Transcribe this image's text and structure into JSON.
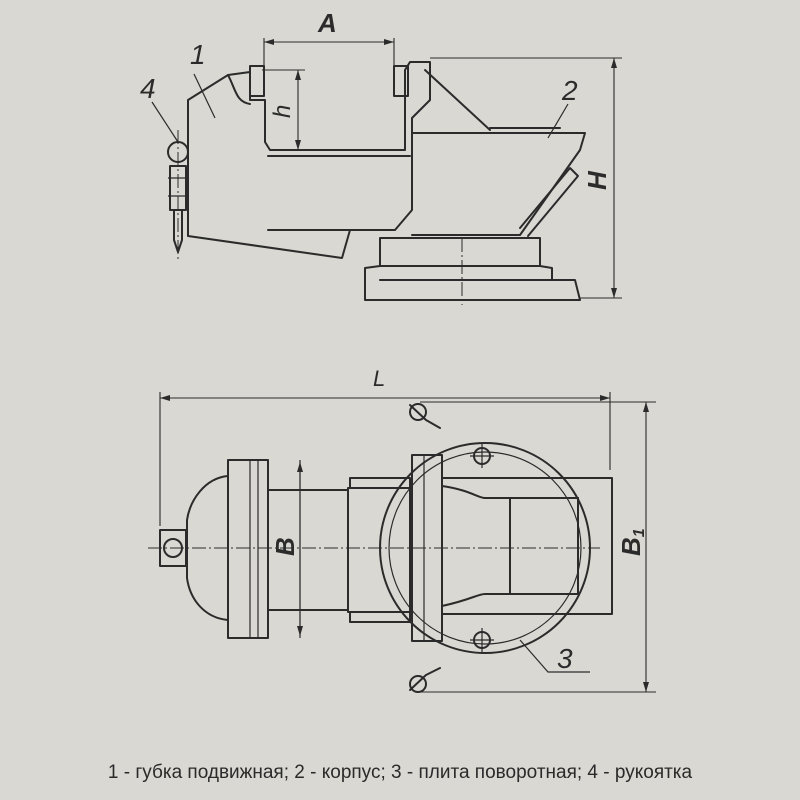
{
  "labels": {
    "part_1": "1",
    "part_2": "2",
    "part_3": "3",
    "part_4": "4",
    "dim_A": "A",
    "dim_h": "h",
    "dim_H": "H",
    "dim_L": "L",
    "dim_B": "B",
    "dim_B1_main": "B",
    "dim_B1_sub": "1"
  },
  "caption": "1 - губка подвижная; 2 - корпус; 3 - плита поворотная; 4 - рукоятка"
}
